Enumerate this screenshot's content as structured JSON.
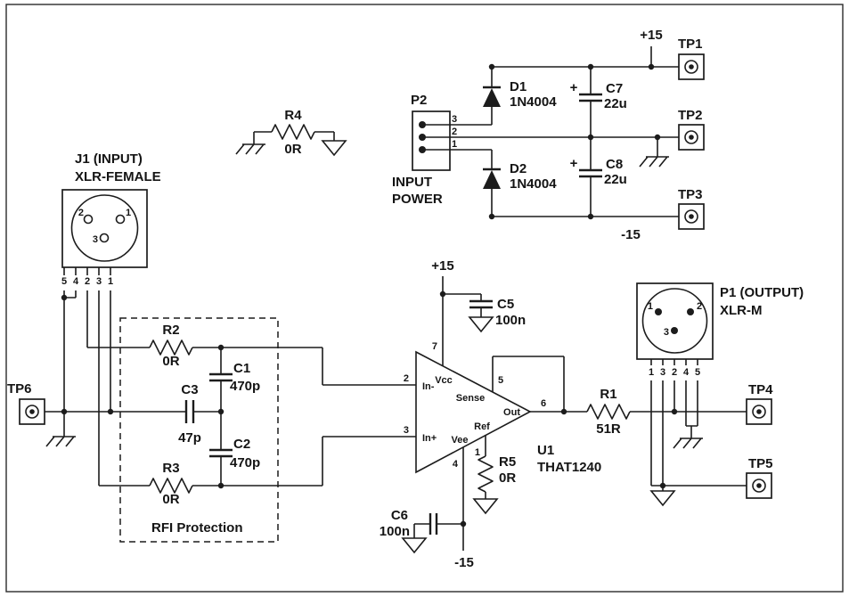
{
  "diagram": {
    "j1": {
      "title": "J1 (INPUT)",
      "subtitle": "XLR-FEMALE",
      "pin2": "2",
      "pin1": "1",
      "pin3": "3",
      "row": [
        "5",
        "4",
        "2",
        "3",
        "1"
      ]
    },
    "p1": {
      "title": "P1 (OUTPUT)",
      "subtitle": "XLR-M",
      "pin1": "1",
      "pin2": "2",
      "pin3": "3",
      "row": [
        "1",
        "3",
        "2",
        "4",
        "5"
      ]
    },
    "p2": {
      "label": "P2",
      "pin3": "3",
      "pin2": "2",
      "pin1": "1",
      "caption1": "INPUT",
      "caption2": "POWER"
    },
    "rails": {
      "pos_top": "+15",
      "neg_bottom": "-15",
      "pos_u1": "+15",
      "neg_u1": "-15"
    },
    "d1": {
      "ref": "D1",
      "part": "1N4004"
    },
    "d2": {
      "ref": "D2",
      "part": "1N4004"
    },
    "c1": {
      "ref": "C1",
      "value": "470p"
    },
    "c2": {
      "ref": "C2",
      "value": "470p"
    },
    "c3": {
      "ref": "C3",
      "value": "47p"
    },
    "c5": {
      "ref": "C5",
      "value": "100n"
    },
    "c6": {
      "ref": "C6",
      "value": "100n"
    },
    "c7": {
      "ref": "C7",
      "value": "22u",
      "polarity": "+"
    },
    "c8": {
      "ref": "C8",
      "value": "22u",
      "polarity": "+"
    },
    "r1": {
      "ref": "R1",
      "value": "51R"
    },
    "r2": {
      "ref": "R2",
      "value": "0R"
    },
    "r3": {
      "ref": "R3",
      "value": "0R"
    },
    "r4": {
      "ref": "R4",
      "value": "0R"
    },
    "r5": {
      "ref": "R5",
      "value": "0R"
    },
    "u1": {
      "ref": "U1",
      "part": "THAT1240",
      "pin_vcc_num": "7",
      "pin_vcc": "Vcc",
      "pin_inn_num": "2",
      "pin_inn": "In-",
      "pin_inp_num": "3",
      "pin_inp": "In+",
      "pin_vee_num": "4",
      "pin_vee": "Vee",
      "pin_ref_num": "1",
      "pin_ref": "Ref",
      "pin_sense_num": "5",
      "pin_sense": "Sense",
      "pin_out_num": "6",
      "pin_out": "Out"
    },
    "rfi": {
      "label": "RFI Protection"
    },
    "tp1": "TP1",
    "tp2": "TP2",
    "tp3": "TP3",
    "tp4": "TP4",
    "tp5": "TP5",
    "tp6": "TP6"
  }
}
